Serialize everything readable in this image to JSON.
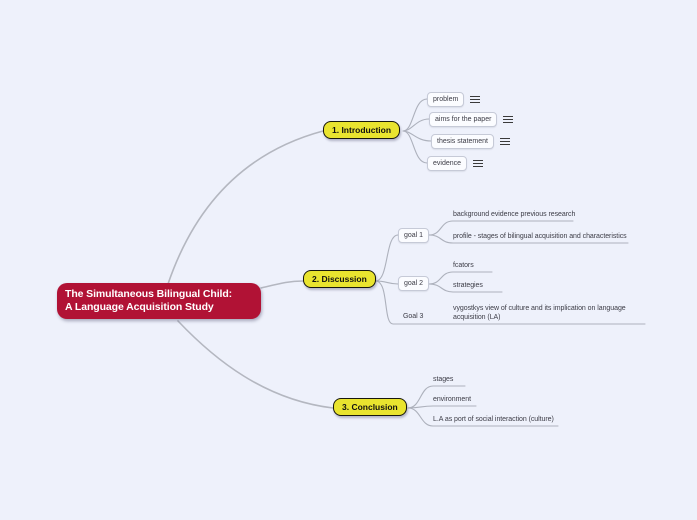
{
  "colors": {
    "background": "#eef1fb",
    "root_node": "#b11235",
    "branch_node": "#e9e42f",
    "connector": "#b4b7c0"
  },
  "root_node": {
    "line1": "The Simultaneous Bilingual Child:",
    "line2": "A Language Acquisition Study"
  },
  "introduction": {
    "label": "1. Introduction",
    "children": [
      {
        "label": "problem",
        "icon": "notes-icon"
      },
      {
        "label": "aims for the paper",
        "icon": "notes-icon"
      },
      {
        "label": "thesis statement",
        "icon": "notes-icon"
      },
      {
        "label": "evidence",
        "icon": "notes-icon"
      }
    ]
  },
  "discussion": {
    "label": "2. Discussion",
    "goal1": {
      "label": "goal 1",
      "leaves": [
        "background evidence previous research",
        "profile - stages of bilingual acquisition and characteristics"
      ]
    },
    "goal2": {
      "label": "goal 2",
      "leaves": [
        "fcators",
        "strategies"
      ]
    },
    "goal3": {
      "label": "Goal 3",
      "leaves": [
        "vygostkys view of culture and its implication on language acquisition (LA)"
      ]
    }
  },
  "conclusion": {
    "label": "3. Conclusion",
    "leaves": [
      "stages",
      "environment",
      "L.A as port of social interaction (culture)"
    ]
  }
}
